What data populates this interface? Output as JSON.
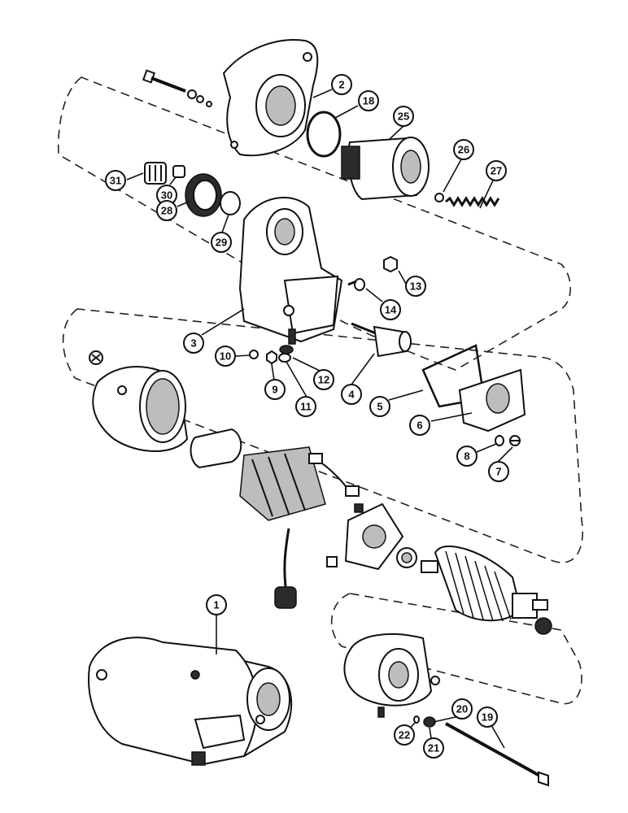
{
  "callouts": {
    "c1": "1",
    "c2": "2",
    "c3": "3",
    "c4": "4",
    "c5": "5",
    "c6": "6",
    "c7": "7",
    "c8": "8",
    "c9": "9",
    "c10": "10",
    "c11": "11",
    "c12": "12",
    "c13": "13",
    "c14": "14",
    "c18": "18",
    "c19": "19",
    "c20": "20",
    "c21": "21",
    "c22": "22",
    "c25": "25",
    "c26": "26",
    "c27": "27",
    "c28": "28",
    "c29": "29",
    "c30": "30",
    "c31": "31"
  }
}
